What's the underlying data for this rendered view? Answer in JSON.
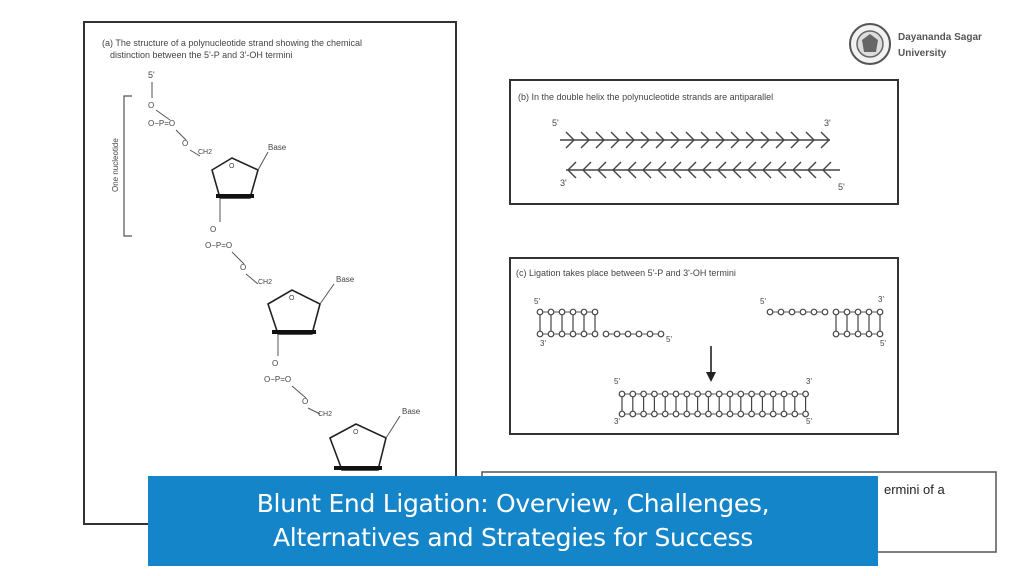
{
  "panel_a": {
    "caption_line1": "(a) The structure of a polynucleotide strand showing the chemical",
    "caption_line2": "distinction between the 5'-P and 3'-OH termini",
    "one_nucleotide_label": "One nucleotide",
    "five_prime": "5'",
    "base": "Base",
    "ch2": "CH2",
    "phosphate": "O−P=O",
    "oxygen": "O"
  },
  "panel_b": {
    "caption": "(b) In the double helix the polynucleotide strands are antiparallel",
    "five_prime": "5'",
    "three_prime": "3'"
  },
  "panel_c": {
    "caption": "(c) Ligation takes place between 5'-P and 3'-OH termini",
    "five_prime": "5'",
    "three_prime": "3'"
  },
  "panel_d": {
    "caption_fragment": "ermini of a"
  },
  "logo": {
    "name_line1": "Dayananda Sagar",
    "name_line2": "University"
  },
  "banner": {
    "line1": "Blunt End Ligation: Overview, Challenges,",
    "line2": "Alternatives and Strategies for Success"
  }
}
